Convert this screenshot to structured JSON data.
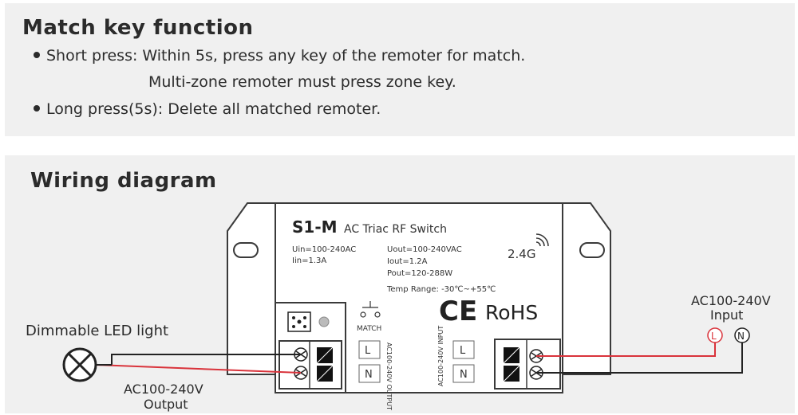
{
  "match": {
    "title": "Match key function",
    "short_press": "Short press: Within 5s, press any key of the remoter for match.",
    "multi_zone": "Multi-zone remoter must press zone key.",
    "long_press": "Long press(5s): Delete all matched remoter."
  },
  "wiring": {
    "title": "Wiring diagram",
    "led_label": "Dimmable LED light",
    "output_voltage": "AC100-240V",
    "output_label": "Output",
    "input_voltage": "AC100-240V",
    "input_label": "Input",
    "terminal_l": "L",
    "terminal_n": "N",
    "wire_color": "#d9333b"
  },
  "device": {
    "model": "S1-M",
    "name": "AC Triac RF Switch",
    "uin": "Uin=100-240AC",
    "iin": "Iin=1.3A",
    "uout": "Uout=100-240VAC",
    "iout": "Iout=1.2A",
    "pout": "Pout=120-288W",
    "temp": "Temp Range: -30℃~+55℃",
    "rf": "2.4G",
    "ce": "CE",
    "rohs": "RoHS",
    "match_label": "MATCH",
    "output_port": "AC100-240V OUTPUT",
    "input_port": "AC100-240V INPUT",
    "port_l": "L",
    "port_n": "N"
  }
}
